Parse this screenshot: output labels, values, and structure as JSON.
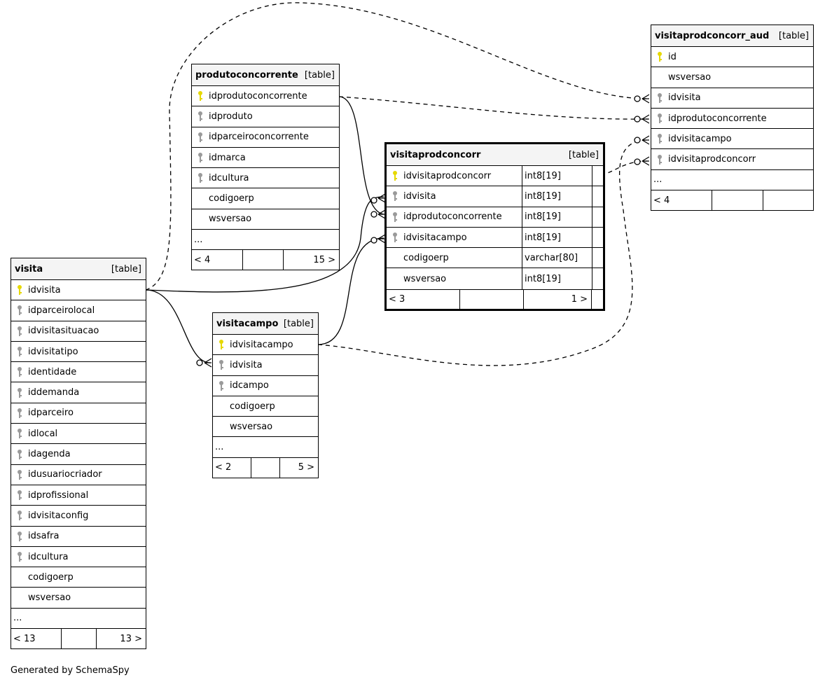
{
  "tables": {
    "visita": {
      "name": "visita",
      "type": "[table]",
      "columns": [
        {
          "name": "idvisita",
          "key": "pk"
        },
        {
          "name": "idparceirolocal",
          "key": "fk"
        },
        {
          "name": "idvisitasituacao",
          "key": "fk"
        },
        {
          "name": "idvisitatipo",
          "key": "fk"
        },
        {
          "name": "identidade",
          "key": "fk"
        },
        {
          "name": "iddemanda",
          "key": "fk"
        },
        {
          "name": "idparceiro",
          "key": "fk"
        },
        {
          "name": "idlocal",
          "key": "fk"
        },
        {
          "name": "idagenda",
          "key": "fk"
        },
        {
          "name": "idusuariocriador",
          "key": "fk"
        },
        {
          "name": "idprofissional",
          "key": "fk"
        },
        {
          "name": "idvisitaconfig",
          "key": "fk"
        },
        {
          "name": "idsafra",
          "key": "fk"
        },
        {
          "name": "idcultura",
          "key": "fk"
        },
        {
          "name": "codigoerp",
          "key": "none"
        },
        {
          "name": "wsversao",
          "key": "none"
        }
      ],
      "more": "...",
      "footer_left": "< 13",
      "footer_right": "13 >"
    },
    "produtoconcorrente": {
      "name": "produtoconcorrente",
      "type": "[table]",
      "columns": [
        {
          "name": "idprodutoconcorrente",
          "key": "pk"
        },
        {
          "name": "idproduto",
          "key": "fk"
        },
        {
          "name": "idparceiroconcorrente",
          "key": "fk"
        },
        {
          "name": "idmarca",
          "key": "fk"
        },
        {
          "name": "idcultura",
          "key": "fk"
        },
        {
          "name": "codigoerp",
          "key": "none"
        },
        {
          "name": "wsversao",
          "key": "none"
        }
      ],
      "more": "...",
      "footer_left": "< 4",
      "footer_right": "15 >"
    },
    "visitacampo": {
      "name": "visitacampo",
      "type": "[table]",
      "columns": [
        {
          "name": "idvisitacampo",
          "key": "pk"
        },
        {
          "name": "idvisita",
          "key": "fk"
        },
        {
          "name": "idcampo",
          "key": "fk"
        },
        {
          "name": "codigoerp",
          "key": "none"
        },
        {
          "name": "wsversao",
          "key": "none"
        }
      ],
      "more": "...",
      "footer_left": "< 2",
      "footer_right": "5 >"
    },
    "visitaprodconcorr": {
      "name": "visitaprodconcorr",
      "type": "[table]",
      "columns": [
        {
          "name": "idvisitaprodconcorr",
          "key": "pk",
          "datatype": "int8[19]"
        },
        {
          "name": "idvisita",
          "key": "fk",
          "datatype": "int8[19]"
        },
        {
          "name": "idprodutoconcorrente",
          "key": "fk",
          "datatype": "int8[19]"
        },
        {
          "name": "idvisitacampo",
          "key": "fk",
          "datatype": "int8[19]"
        },
        {
          "name": "codigoerp",
          "key": "none",
          "datatype": "varchar[80]"
        },
        {
          "name": "wsversao",
          "key": "none",
          "datatype": "int8[19]"
        }
      ],
      "footer_left": "< 3",
      "footer_right": "1 >"
    },
    "visitaprodconcorr_aud": {
      "name": "visitaprodconcorr_aud",
      "type": "[table]",
      "columns": [
        {
          "name": "id",
          "key": "pk"
        },
        {
          "name": "wsversao",
          "key": "none"
        },
        {
          "name": "idvisita",
          "key": "fk"
        },
        {
          "name": "idprodutoconcorrente",
          "key": "fk"
        },
        {
          "name": "idvisitacampo",
          "key": "fk"
        },
        {
          "name": "idvisitaprodconcorr",
          "key": "fk"
        }
      ],
      "more": "...",
      "footer_left": "< 4",
      "footer_right": ""
    }
  },
  "generated_by": "Generated by SchemaSpy",
  "colors": {
    "primary_key": "#e6d800",
    "foreign_key": "#9a9a9a",
    "header_bg": "#f4f4f4"
  }
}
